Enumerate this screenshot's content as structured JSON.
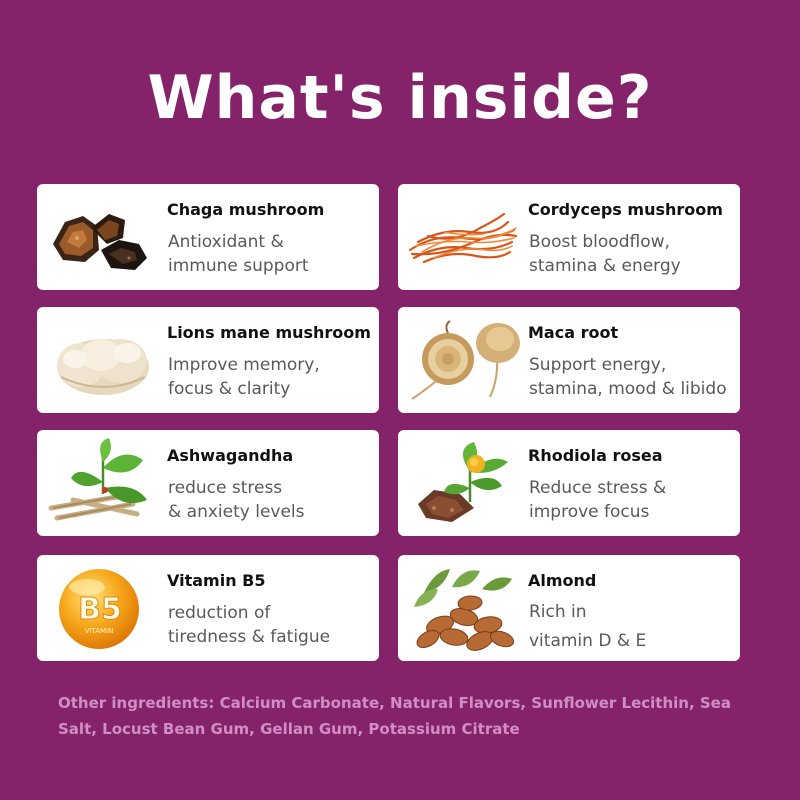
{
  "page": {
    "title": "What's inside?",
    "background": "#84236a"
  },
  "ingredients": [
    {
      "name": "Chaga mushroom",
      "description": "Antioxidant &\nimmune support",
      "icon": "chaga-mushroom-icon"
    },
    {
      "name": "Cordyceps mushroom",
      "description": "Boost bloodflow,\nstamina & energy",
      "icon": "cordyceps-mushroom-icon"
    },
    {
      "name": "Lions mane mushroom",
      "description": "Improve memory,\nfocus & clarity",
      "icon": "lions-mane-mushroom-icon"
    },
    {
      "name": "Maca root",
      "description": "Support energy,\nstamina, mood & libido",
      "icon": "maca-root-icon"
    },
    {
      "name": "Ashwagandha",
      "description": "reduce stress\n& anxiety levels",
      "icon": "ashwagandha-icon"
    },
    {
      "name": "Rhodiola rosea",
      "description": "Reduce stress &\nimprove focus",
      "icon": "rhodiola-rosea-icon"
    },
    {
      "name": "Vitamin B5",
      "description": "reduction of\ntiredness & fatigue",
      "icon": "vitamin-b5-icon",
      "icon_text": "B5",
      "icon_subtext": "VITAMIN"
    },
    {
      "name": "Almond",
      "description": "Rich in\nvitamin D & E",
      "icon": "almond-icon"
    }
  ],
  "footer": {
    "text": "Other ingredients: Calcium Carbonate, Natural Flavors, Sunflower Lecithin, Sea Salt, Locust Bean Gum, Gellan Gum, Potassium Citrate"
  },
  "colors": {
    "card": "#ffffff",
    "title": "#ffffff",
    "footer_text": "#d08ec4",
    "description": "#595959"
  }
}
